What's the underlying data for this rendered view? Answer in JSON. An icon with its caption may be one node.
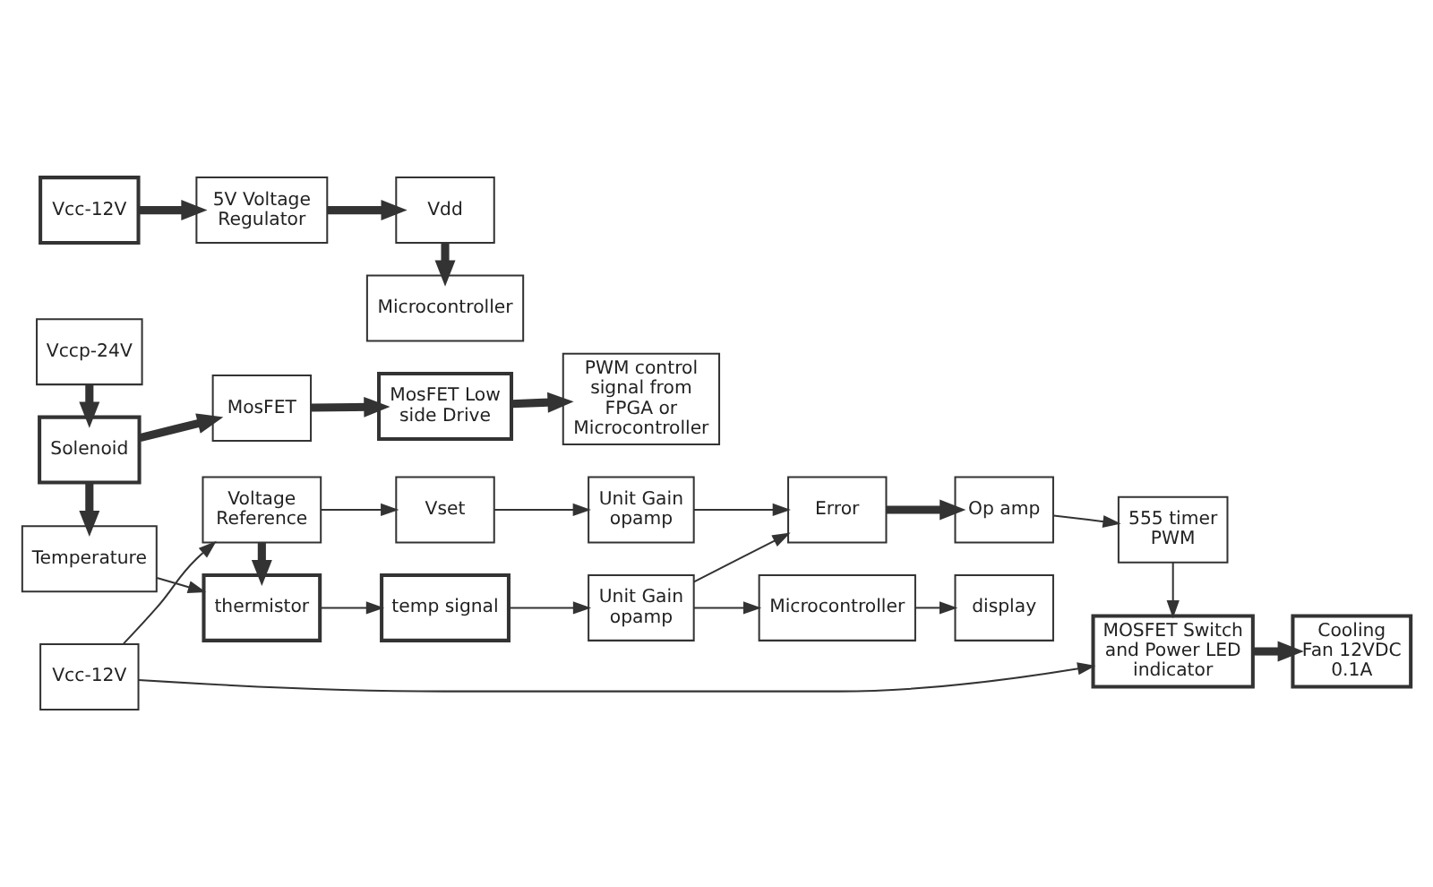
{
  "diagram": {
    "nodes": [
      {
        "text": [
          "Vccp-24V"
        ]
      },
      {
        "text": [
          "Solenoid"
        ]
      },
      {
        "text": [
          "MosFET"
        ]
      },
      {
        "text": [
          "MosFET Low side Drive"
        ]
      },
      {
        "text": [
          "PWM control signal from FPGA or Microcontroller"
        ]
      },
      {
        "text": [
          "Vcc-12V"
        ]
      },
      {
        "text": [
          "5V Voltage Regulator"
        ]
      },
      {
        "text": [
          "Vdd"
        ]
      },
      {
        "text": [
          "Microcontroller"
        ]
      },
      {
        "text": [
          "Vcc-12V"
        ]
      },
      {
        "text": [
          "Voltage Reference"
        ]
      },
      {
        "text": [
          "Vset"
        ]
      },
      {
        "text": [
          "Unit Gain opamp"
        ]
      },
      {
        "text": [
          "Temperature"
        ]
      },
      {
        "text": [
          "thermistor"
        ]
      },
      {
        "text": [
          "temp signal"
        ]
      },
      {
        "text": [
          "Unit Gain opamp"
        ]
      },
      {
        "text": [
          "Error"
        ]
      },
      {
        "text": [
          "Microcontroller"
        ]
      },
      {
        "text": [
          "display"
        ]
      },
      {
        "text": [
          "555 timer PWM"
        ]
      },
      {
        "text": [
          "Op amp"
        ]
      },
      {
        "text": [
          "MOSFET Switch and Power LED indicator"
        ]
      },
      {
        "text": [
          "Cooling Fan 12VDC 0.1A"
        ]
      }
    ],
    "edges": [
      {
        "from": 0,
        "to": 1,
        "arrow": "to",
        "style": "thick"
      },
      {
        "from": 1,
        "to": 2,
        "arrow": "to",
        "style": "thick"
      },
      {
        "from": 2,
        "to": 3,
        "arrow": "to",
        "style": "thick"
      },
      {
        "from": 3,
        "to": 4,
        "arrow": "to",
        "style": "thick"
      },
      {
        "from": 5,
        "to": 6,
        "arrow": "to",
        "style": "thick"
      },
      {
        "from": 6,
        "to": 7,
        "arrow": "to",
        "style": "thick"
      },
      {
        "from": 7,
        "to": 8,
        "arrow": "to",
        "style": "thick"
      },
      {
        "from": 1,
        "to": 13,
        "arrow": "to",
        "style": "thick"
      },
      {
        "from": 9,
        "to": 10,
        "arrow": "to"
      },
      {
        "from": 9,
        "to": 22,
        "arrow": "to"
      },
      {
        "from": 10,
        "to": 11,
        "arrow": "to"
      },
      {
        "from": 10,
        "to": 14,
        "arrow": "to",
        "style": "thick"
      },
      {
        "from": 11,
        "to": 12,
        "arrow": "to"
      },
      {
        "from": 13,
        "to": 14,
        "arrow": "to"
      },
      {
        "from": 14,
        "to": 15,
        "arrow": "to"
      },
      {
        "from": 15,
        "to": 16,
        "arrow": "to"
      },
      {
        "from": 12,
        "to": 17,
        "arrow": "to"
      },
      {
        "from": 16,
        "to": 17,
        "arrow": "to"
      },
      {
        "from": 16,
        "to": 18,
        "arrow": "to"
      },
      {
        "from": 17,
        "to": 21,
        "arrow": "to",
        "style": "thick"
      },
      {
        "from": 18,
        "to": 19,
        "arrow": "to"
      },
      {
        "from": 21,
        "to": 20,
        "arrow": "to"
      },
      {
        "from": 20,
        "to": 22,
        "arrow": "to"
      },
      {
        "from": 22,
        "to": 23,
        "arrow": "to",
        "style": "thick"
      }
    ]
  }
}
